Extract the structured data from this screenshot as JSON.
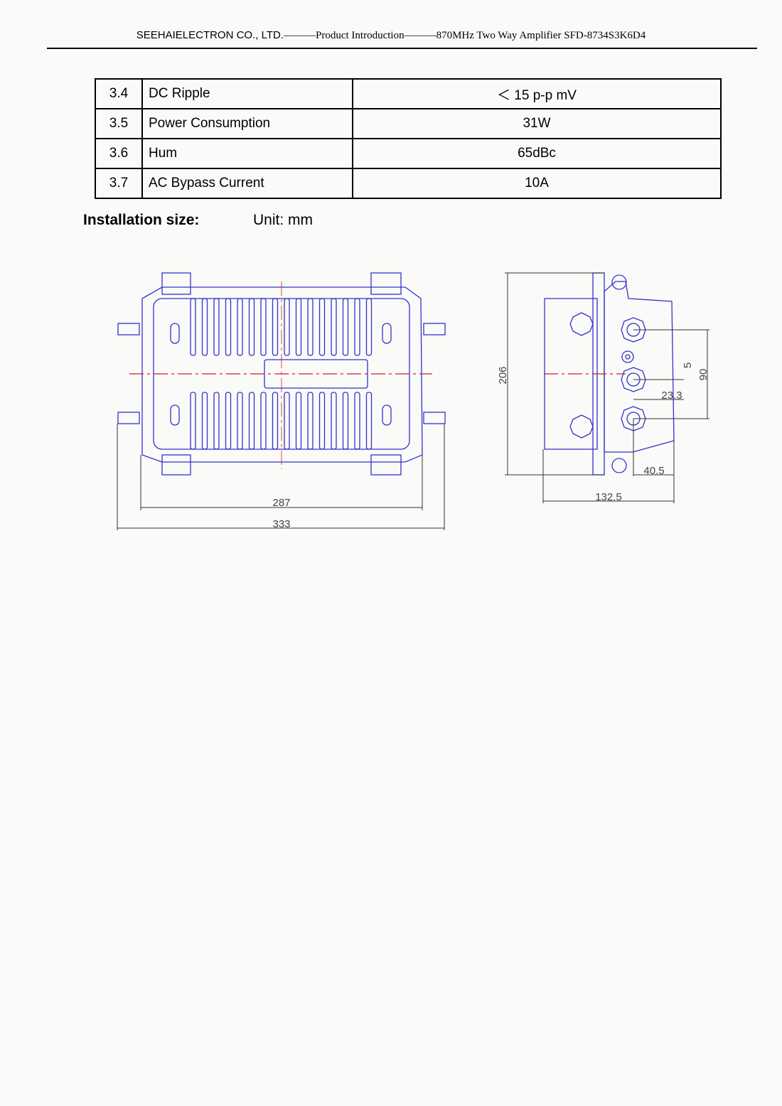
{
  "header": {
    "company": "SEEHAIELECTRON CO., LTD.",
    "rest": "———Product Introduction———870MHz Two Way Amplifier SFD-8734S3K6D4"
  },
  "specs": [
    {
      "no": "3.4",
      "param": "DC Ripple",
      "value": "＜ 15 p-p mV"
    },
    {
      "no": "3.5",
      "param": "Power Consumption",
      "value": "31W"
    },
    {
      "no": "3.6",
      "param": "Hum",
      "value": "65dBc"
    },
    {
      "no": "3.7",
      "param": "AC Bypass Current",
      "value": "10A"
    }
  ],
  "installation": {
    "title": "Installation size:",
    "unit": "Unit: mm"
  },
  "dimensions": {
    "front_inner_width": "287",
    "front_outer_width": "333",
    "side_height": "206",
    "side_depth": "132.5",
    "port_spacing": "90",
    "port_offset": "5",
    "port_x": "23.3",
    "port_depth": "40.5"
  },
  "colors": {
    "outline": "#3333cc",
    "centerline": "#cc2222",
    "dimension": "#333333"
  }
}
